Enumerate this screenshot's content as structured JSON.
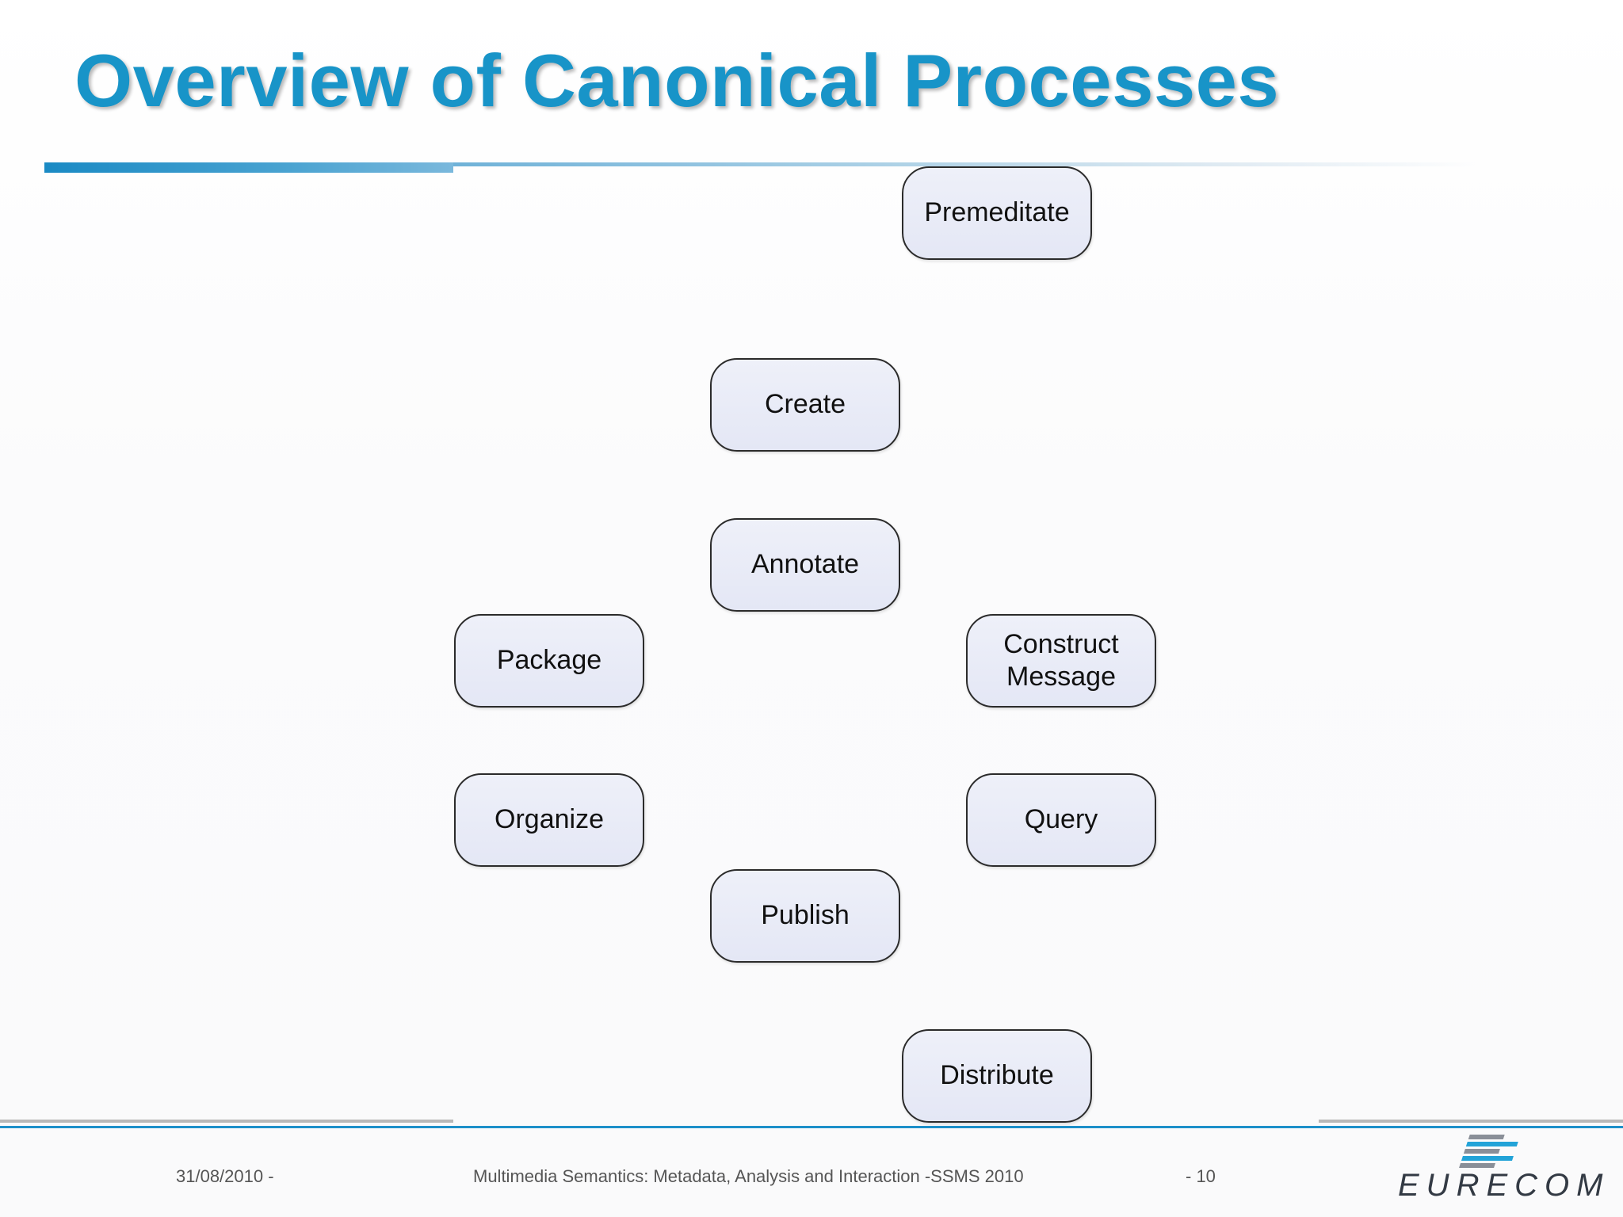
{
  "slide": {
    "title": "Overview of Canonical Processes"
  },
  "diagram": {
    "nodes": [
      {
        "id": "premeditate",
        "label": "Premeditate"
      },
      {
        "id": "create",
        "label": "Create"
      },
      {
        "id": "annotate",
        "label": "Annotate"
      },
      {
        "id": "package",
        "label": "Package"
      },
      {
        "id": "construct-message",
        "label": "Construct\nMessage"
      },
      {
        "id": "organize",
        "label": "Organize"
      },
      {
        "id": "query",
        "label": "Query"
      },
      {
        "id": "publish",
        "label": "Publish"
      },
      {
        "id": "distribute",
        "label": "Distribute"
      }
    ]
  },
  "footer": {
    "date": "31/08/2010 -",
    "course": "Multimedia Semantics: Metadata, Analysis and Interaction -SSMS 2010",
    "page": "- 10",
    "logo_text": "EURECOM"
  },
  "colors": {
    "title": "#1894c8",
    "accent_blue": "#1c8fc9",
    "node_fill": "#e8eaf6",
    "node_border": "#2b2b2b"
  }
}
